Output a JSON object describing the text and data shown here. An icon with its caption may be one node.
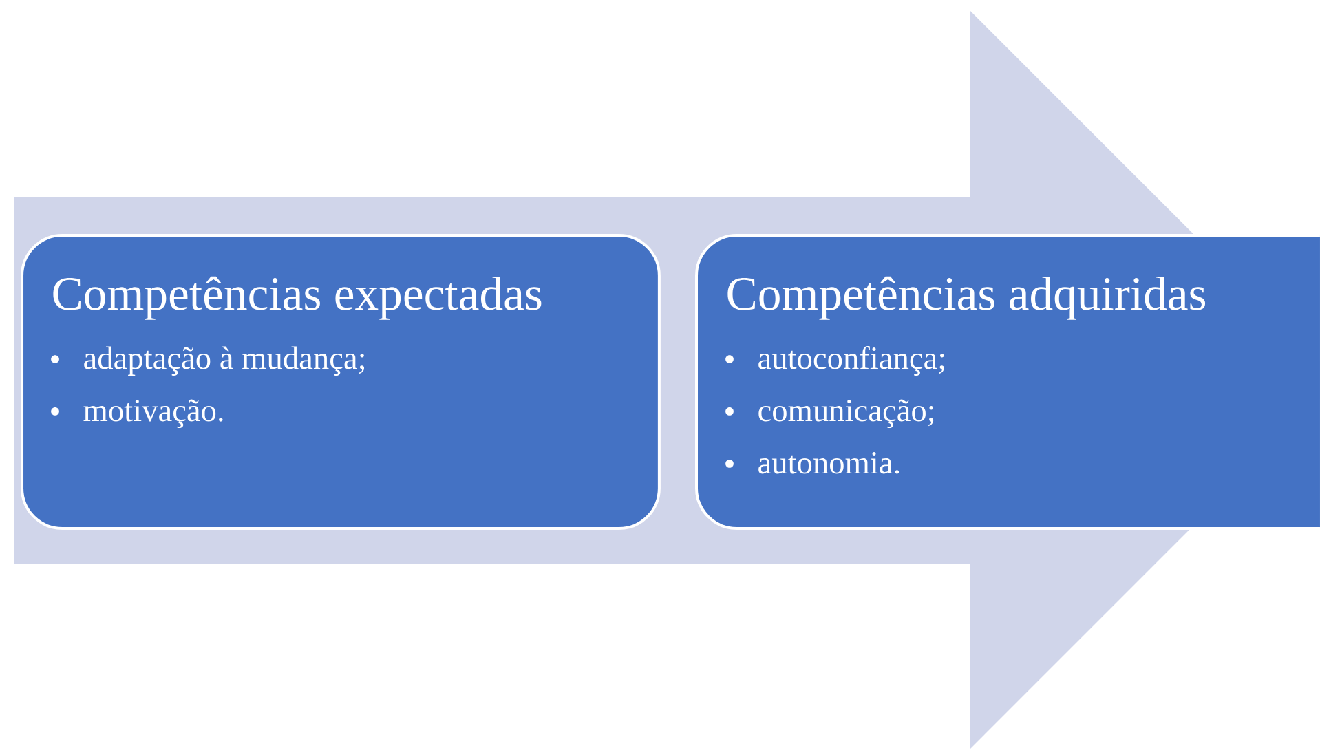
{
  "diagram": {
    "nodes": [
      {
        "text": [
          "Competências expectadas",
          "adaptação à mudança;",
          "motivação."
        ]
      },
      {
        "text": [
          "Competências adquiridas",
          "autoconfiança;",
          "comunicação;",
          "autonomia."
        ]
      }
    ],
    "edges": [
      {
        "from": 0,
        "to": 1,
        "arrow": "to"
      }
    ]
  }
}
